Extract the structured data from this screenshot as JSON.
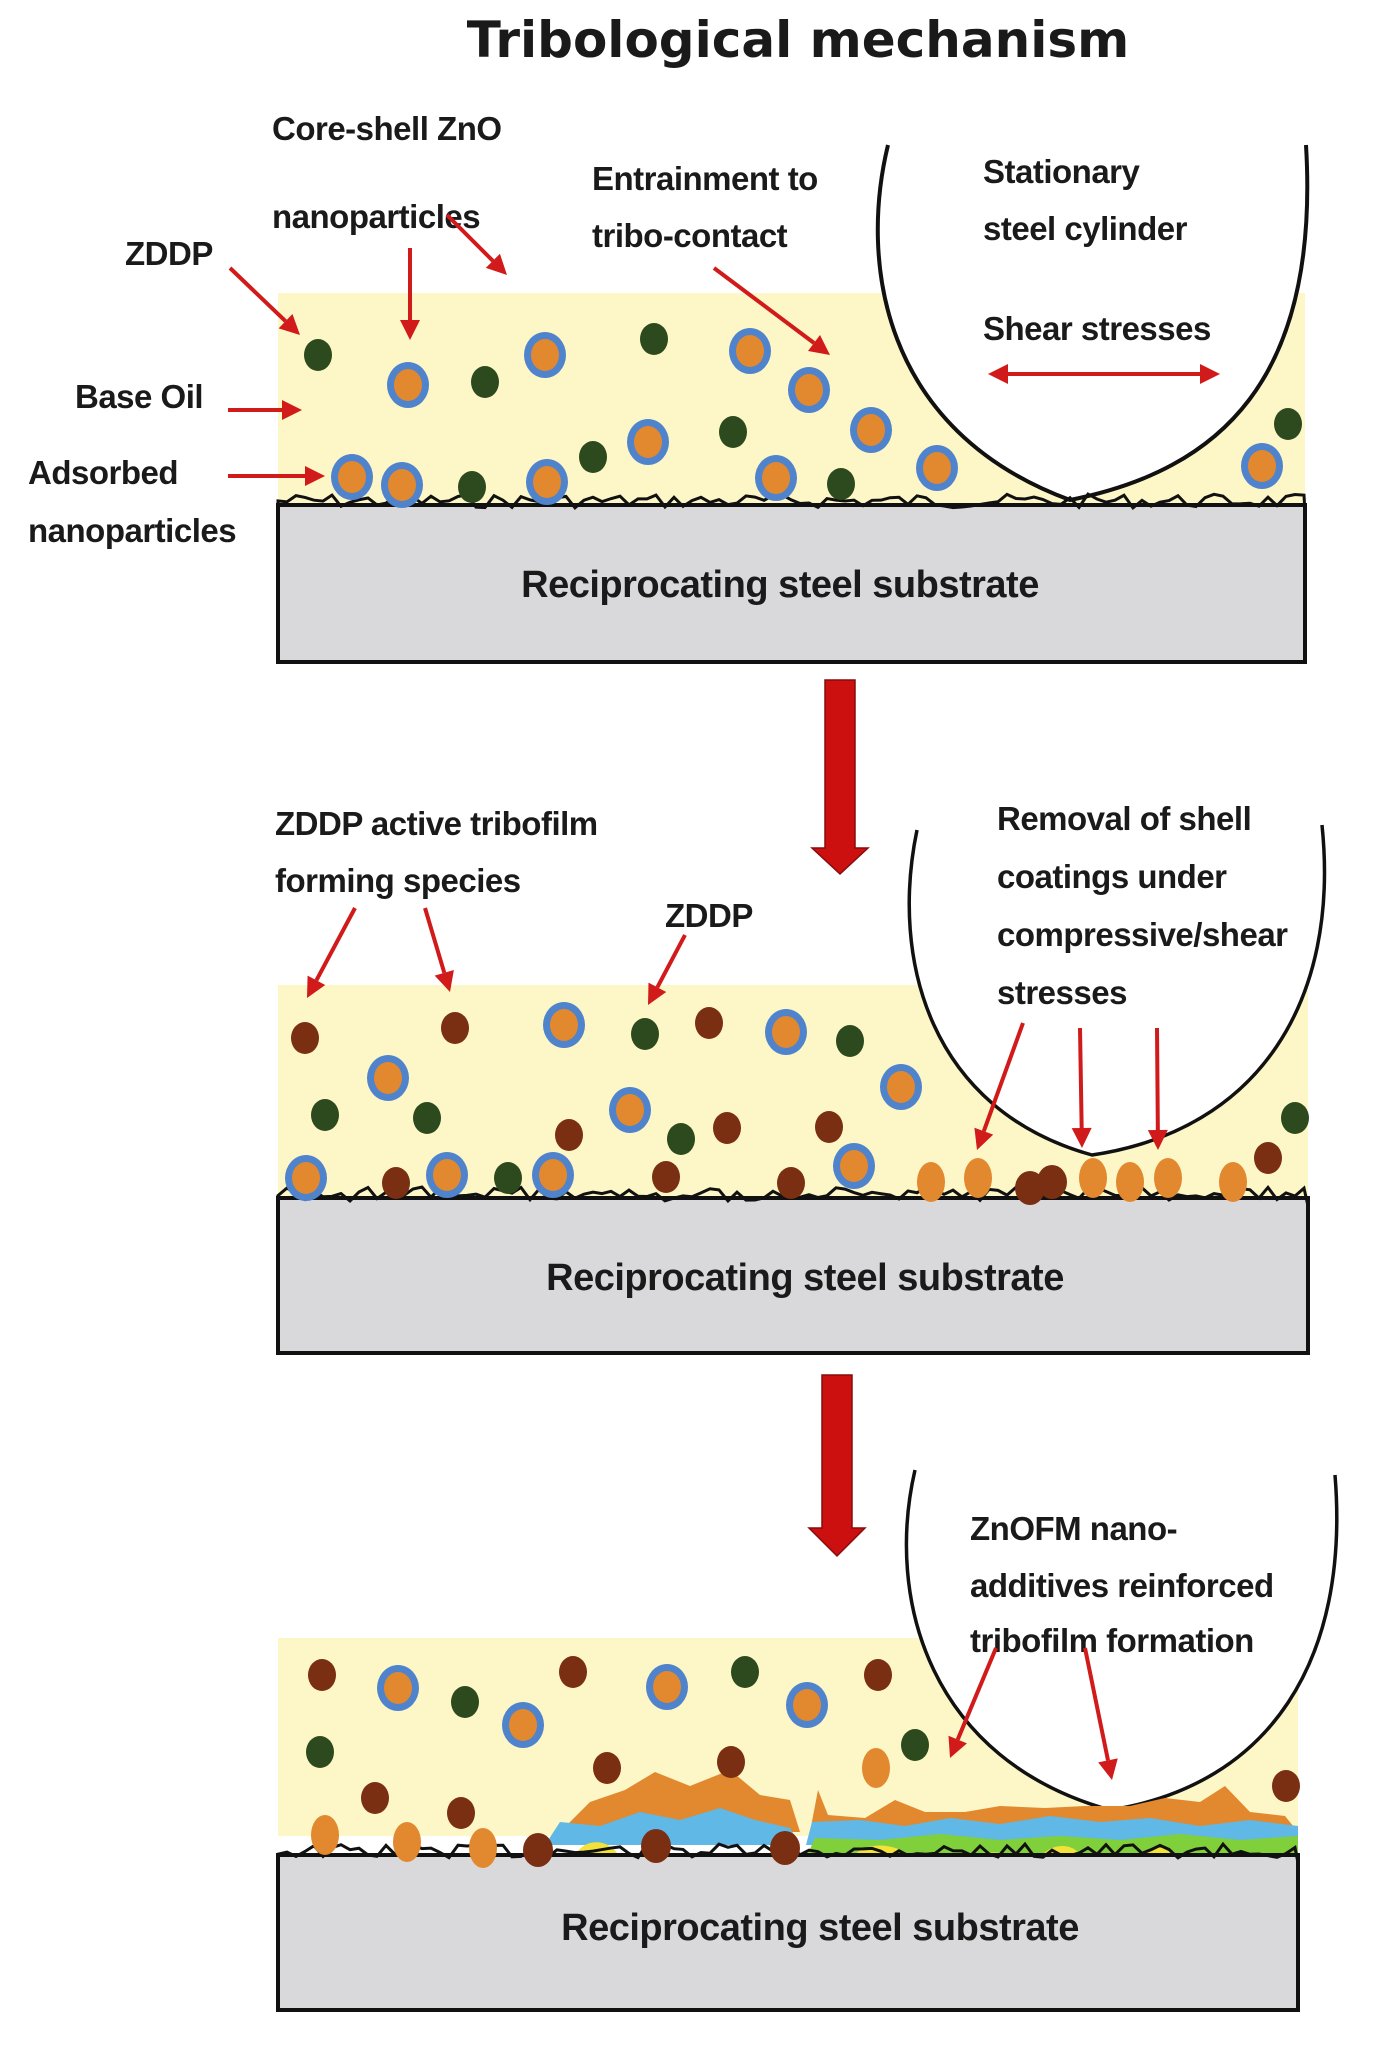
{
  "title": "Tribological mechanism",
  "colors": {
    "oil": "#fdf6c6",
    "substrate": "#d9d9db",
    "outline": "#111111",
    "arrow": "#d11a1a",
    "big_arrow": "#cc0f0f",
    "zddp": "#2d4a1e",
    "active_species": "#7a2e12",
    "core": "#e2882f",
    "shell": "#4f83cc",
    "film_orange": "#e2882f",
    "film_blue": "#5fb8e6",
    "film_green": "#7fd03a",
    "film_yellow": "#f3e23a"
  },
  "panels": [
    {
      "id": "panel-1",
      "substrate_label": "Reciprocating steel substrate",
      "labels": [
        {
          "name": "label-zddp",
          "lines": [
            "ZDDP"
          ]
        },
        {
          "name": "label-core-shell",
          "lines": [
            "Core-shell ZnO",
            "nanoparticles"
          ]
        },
        {
          "name": "label-entrainment",
          "lines": [
            "Entrainment to",
            "tribo-contact"
          ]
        },
        {
          "name": "label-base-oil",
          "lines": [
            "Base Oil"
          ]
        },
        {
          "name": "label-adsorbed",
          "lines": [
            "Adsorbed",
            "nanoparticles"
          ]
        },
        {
          "name": "label-cylinder",
          "lines": [
            "Stationary",
            "steel cylinder"
          ]
        },
        {
          "name": "label-shear",
          "lines": [
            "Shear stresses"
          ]
        }
      ]
    },
    {
      "id": "panel-2",
      "substrate_label": "Reciprocating steel substrate",
      "labels": [
        {
          "name": "label-active-species",
          "lines": [
            "ZDDP active tribofilm",
            "forming species"
          ]
        },
        {
          "name": "label-zddp",
          "lines": [
            "ZDDP"
          ]
        },
        {
          "name": "label-shell-removal",
          "lines": [
            "Removal of shell",
            "coatings under",
            "compressive/shear",
            "stresses"
          ]
        }
      ]
    },
    {
      "id": "panel-3",
      "substrate_label": "Reciprocating steel substrate",
      "labels": [
        {
          "name": "label-reinforced-tribofilm",
          "lines": [
            "ZnOFM nano-",
            "additives reinforced",
            "tribofilm formation"
          ]
        }
      ]
    }
  ]
}
